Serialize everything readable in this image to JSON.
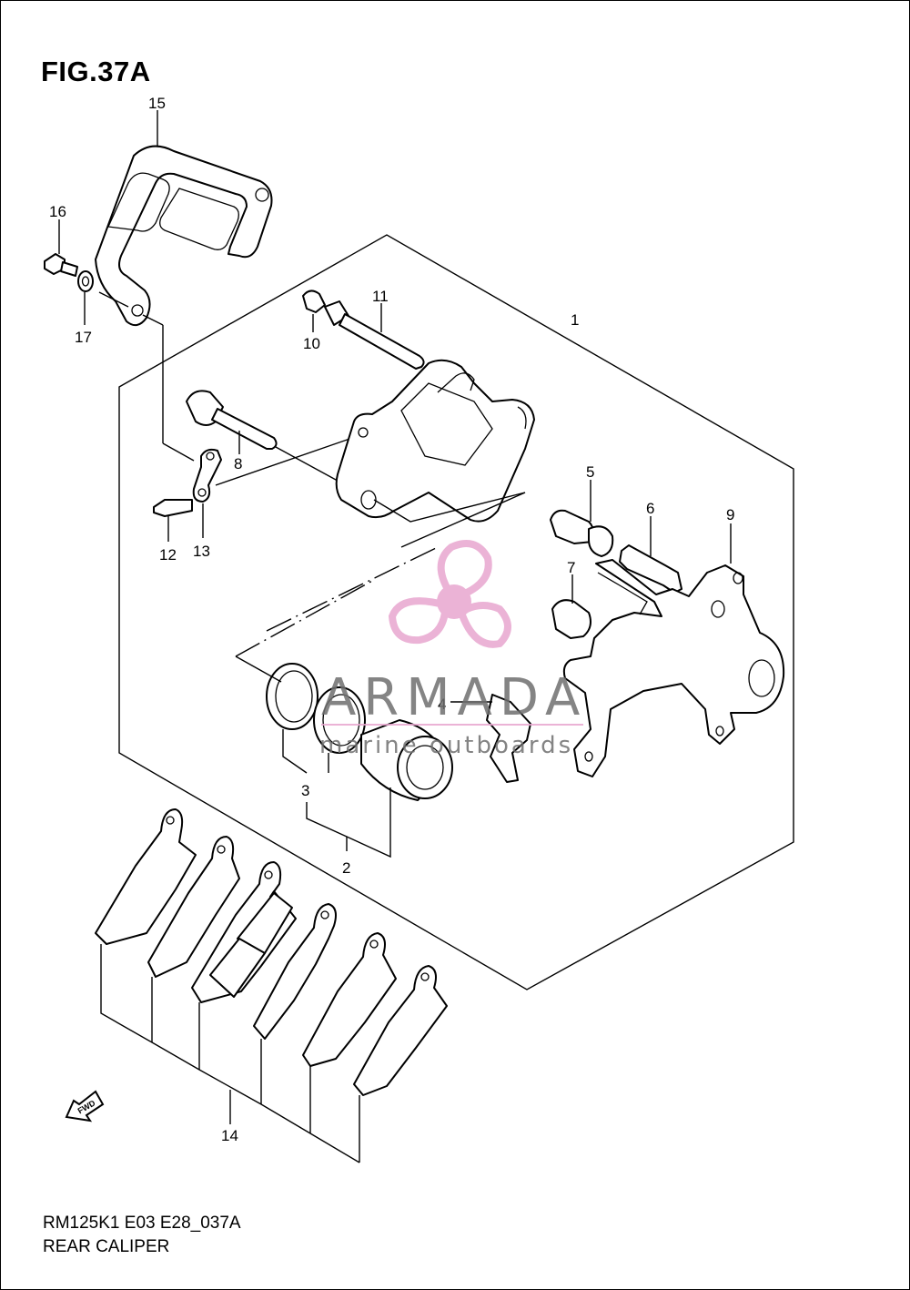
{
  "figure": {
    "title": "FIG.37A",
    "model_code": "RM125K1 E03 E28_037A",
    "caption": "REAR CALIPER",
    "fwd_label": "FWD"
  },
  "callouts": [
    {
      "id": "c1",
      "text": "1"
    },
    {
      "id": "c2",
      "text": "2"
    },
    {
      "id": "c3",
      "text": "3"
    },
    {
      "id": "c4",
      "text": "4"
    },
    {
      "id": "c5",
      "text": "5"
    },
    {
      "id": "c6",
      "text": "6"
    },
    {
      "id": "c7",
      "text": "7"
    },
    {
      "id": "c8",
      "text": "8"
    },
    {
      "id": "c9",
      "text": "9"
    },
    {
      "id": "c10",
      "text": "10"
    },
    {
      "id": "c11",
      "text": "11"
    },
    {
      "id": "c12",
      "text": "12"
    },
    {
      "id": "c13",
      "text": "13"
    },
    {
      "id": "c14",
      "text": "14"
    },
    {
      "id": "c15",
      "text": "15"
    },
    {
      "id": "c16",
      "text": "16"
    },
    {
      "id": "c17",
      "text": "17"
    }
  ],
  "watermark": {
    "brand": "ARMADA",
    "tagline": "marine outboards",
    "logo_icon": "propeller-icon",
    "color": "#e8a6cf"
  }
}
